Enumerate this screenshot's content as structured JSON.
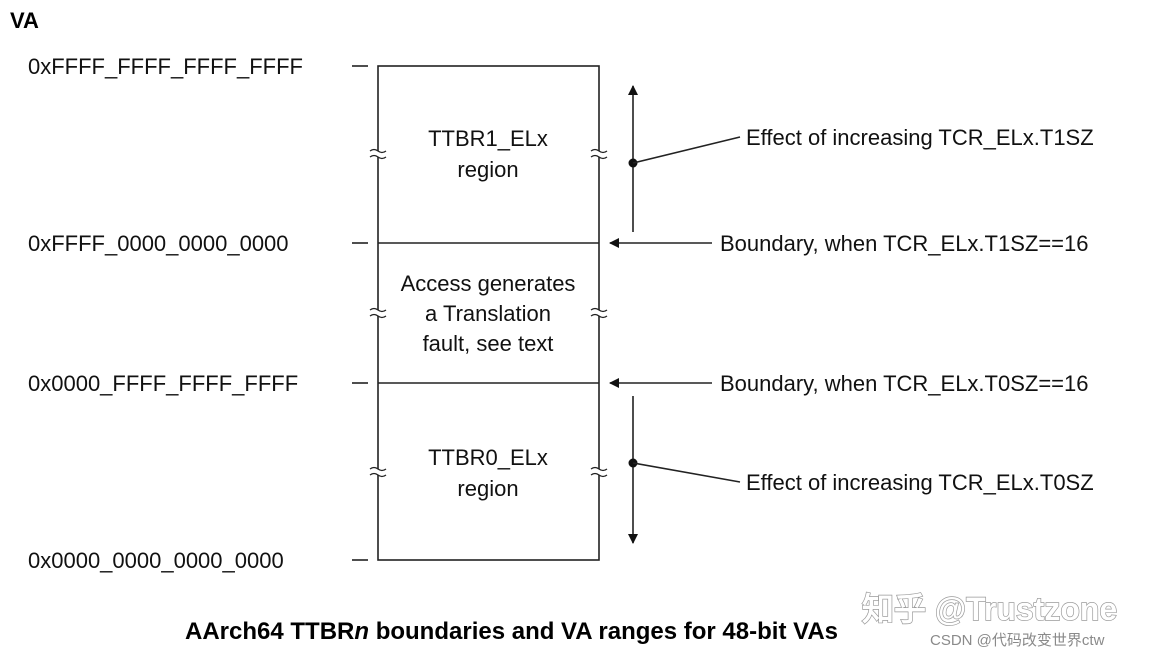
{
  "header": {
    "va_label": "VA"
  },
  "addresses": {
    "top": "0xFFFF_FFFF_FFFF_FFFF",
    "ttbr1_boundary": "0xFFFF_0000_0000_0000",
    "ttbr0_boundary": "0x0000_FFFF_FFFF_FFFF",
    "bottom": "0x0000_0000_0000_0000"
  },
  "regions": {
    "ttbr1": [
      "TTBR1_ELx",
      "region"
    ],
    "fault": [
      "Access generates",
      "a Translation",
      "fault, see text"
    ],
    "ttbr0": [
      "TTBR0_ELx",
      "region"
    ]
  },
  "annotations": {
    "effect_t1sz": "Effect of increasing TCR_ELx.T1SZ",
    "boundary_t1sz": "Boundary, when TCR_ELx.T1SZ==16",
    "boundary_t0sz": "Boundary, when TCR_ELx.T0SZ==16",
    "effect_t0sz": "Effect of increasing TCR_ELx.T0SZ"
  },
  "caption": {
    "prefix": "AArch64 TTBR",
    "italic": "n",
    "suffix": " boundaries and VA ranges for 48-bit VAs"
  },
  "watermarks": {
    "main": "知乎 @Trustzone",
    "sub": "CSDN @代码改变世界ctw"
  }
}
